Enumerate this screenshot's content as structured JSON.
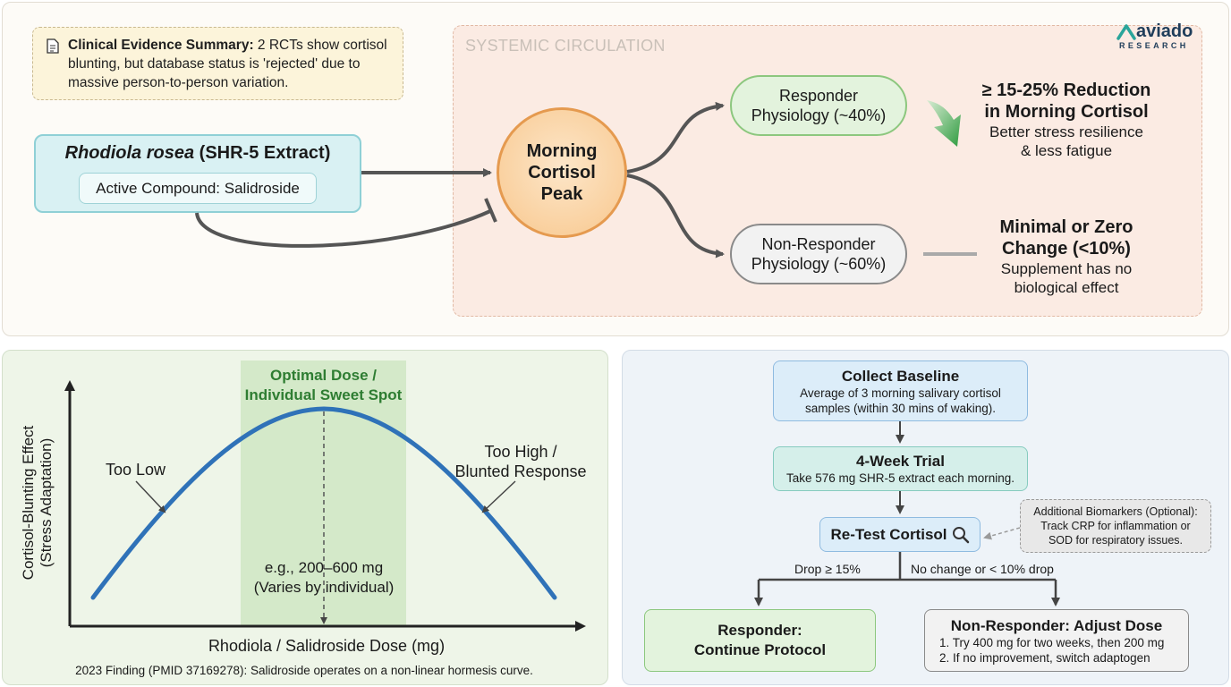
{
  "brand": {
    "logo_name": "aviado",
    "logo_sub": "RESEARCH",
    "icon": "aviado-logo-icon"
  },
  "colors": {
    "accent_blue": "#2f72b8",
    "green": "#2e8b3e",
    "orange": "#f0a35a",
    "teal_fill": "#d9f1f3"
  },
  "evidence": {
    "icon": "document-icon",
    "bold": "Clinical Evidence Summary:",
    "text": " 2 RCTs show cortisol blunting, but database status is 'rejected' due to massive person-to-person variation."
  },
  "systemic": {
    "label": "SYSTEMIC CIRCULATION"
  },
  "rhodiola": {
    "name_italic": "Rhodiola rosea",
    "name_rest": " (SHR-5 Extract)",
    "compound": "Active Compound: Salidroside"
  },
  "cortisol_peak": {
    "line1": "Morning",
    "line2": "Cortisol",
    "line3": "Peak"
  },
  "responder": {
    "line1": "Responder",
    "line2": "Physiology (~40%)",
    "result_line1": "≥ 15-25% Reduction",
    "result_line2": "in Morning Cortisol",
    "desc_line1": "Better stress resilience",
    "desc_line2": "& less fatigue",
    "icon": "down-arrow-icon"
  },
  "nonresponder": {
    "line1": "Non-Responder",
    "line2": "Physiology (~60%)",
    "result_line1": "Minimal or Zero",
    "result_line2": "Change (<10%)",
    "desc_line1": "Supplement has no",
    "desc_line2": "biological effect"
  },
  "dose_chart": {
    "optimal_line1": "Optimal Dose /",
    "optimal_line2": "Individual Sweet Spot",
    "too_low": "Too Low",
    "too_high_line1": "Too High /",
    "too_high_line2": "Blunted Response",
    "eg_line1": "e.g., 200–600 mg",
    "eg_line2": "(Varies by individual)",
    "ylabel_line1": "Cortisol-Blunting Effect",
    "ylabel_line2": "(Stress Adaptation)",
    "xlabel": "Rhodiola / Salidroside Dose (mg)",
    "finding": "2023 Finding (PMID 37169278): Salidroside operates on a non-linear hormesis curve."
  },
  "flow": {
    "baseline_title": "Collect Baseline",
    "baseline_l1": "Average of 3 morning salivary cortisol",
    "baseline_l2": "samples (within 30 mins of waking).",
    "trial_title": "4-Week Trial",
    "trial_text": "Take 576 mg SHR-5 extract each morning.",
    "retest": "Re-Test Cortisol",
    "retest_icon": "magnifier-icon",
    "biomarkers_l1": "Additional Biomarkers (Optional):",
    "biomarkers_l2": "Track CRP for inflammation or",
    "biomarkers_l3": "SOD for respiratory issues.",
    "drop_label": "Drop ≥ 15%",
    "nochange_label": "No change or < 10% drop",
    "responder_l1": "Responder:",
    "responder_l2": "Continue Protocol",
    "nonresp_title": "Non-Responder: Adjust Dose",
    "nonresp_1": "1. Try 400 mg for two weeks, then 200 mg",
    "nonresp_2": "2. If no improvement, switch adaptogen"
  }
}
